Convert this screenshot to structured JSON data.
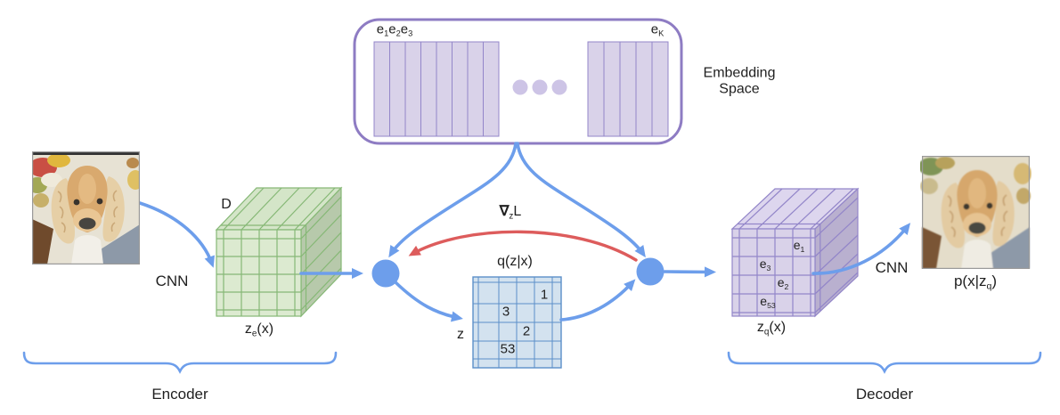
{
  "title": "VQ-VAE architecture diagram",
  "colors": {
    "blue": "#6d9eeb",
    "red": "#dd5c5c",
    "text": "#1f1f1f",
    "node": "#6d9eeb",
    "purple-border": "#8e7cc3",
    "purple-line": "#9386c9",
    "purple-fill": "#d9d2e9",
    "purple-top": "#ddd6ee",
    "purple-side": "#b9b0cf",
    "green-line": "#86b876",
    "green-fill": "#dcead0",
    "green-top": "#d4e5c8",
    "green-side": "#b7c9ab",
    "grid-fill": "#d3e2ef",
    "grid-line": "#5b8fc9",
    "dots": "#cdc4e6"
  },
  "labels": {
    "embedding_space_line1": "Embedding",
    "embedding_space_line2": "Space",
    "codebook_first": [
      {
        "base": "e",
        "sub": "1"
      },
      {
        "base": "e",
        "sub": "2"
      },
      {
        "base": "e",
        "sub": "3"
      }
    ],
    "codebook_last": {
      "base": "e",
      "sub": "K"
    },
    "cnn_encoder": "CNN",
    "cnn_decoder": "CNN",
    "dim": "D",
    "ze": {
      "base": "z",
      "sub": "e",
      "rest": "(x)"
    },
    "zq": {
      "base": "z",
      "sub": "q",
      "rest": "(x)"
    },
    "pxzq": {
      "pre": "p(x|z",
      "sub": "q",
      "post": ")"
    },
    "qzx": "q(z|x)",
    "z": "z",
    "gradient": {
      "nabla": "∇",
      "sub": "z",
      "loss": "L"
    },
    "encoder": "Encoder",
    "decoder": "Decoder"
  },
  "grid_values": [
    {
      "value": "1"
    },
    {
      "value": "3"
    },
    {
      "value": "2"
    },
    {
      "value": "53"
    }
  ],
  "cube_embeddings": [
    {
      "base": "e",
      "sub": "1"
    },
    {
      "base": "e",
      "sub": "3"
    },
    {
      "base": "e",
      "sub": "2"
    },
    {
      "base": "e",
      "sub": "53"
    }
  ]
}
